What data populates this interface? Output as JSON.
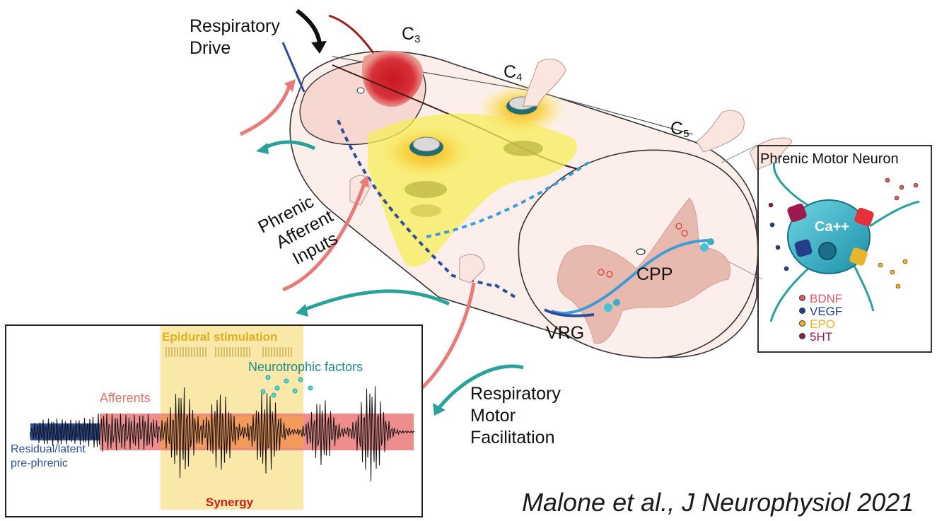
{
  "labels": {
    "respiratory_drive": [
      "Respiratory",
      "Drive"
    ],
    "phrenic_afferent": [
      "Phrenic",
      "Afferent",
      "Inputs"
    ],
    "respiratory_motor": [
      "Respiratory",
      "Motor",
      "Facilitation"
    ],
    "seg_c3_letter": "C",
    "seg_c3_num": "3",
    "seg_c4_letter": "C",
    "seg_c4_num": "4",
    "seg_c5_letter": "C",
    "seg_c5_num": "5",
    "cpp": "CPP",
    "vrg": "VRG"
  },
  "inset": {
    "title": "Phrenic Motor Neuron",
    "calcium": "Ca++",
    "legend": [
      {
        "label": "BDNF",
        "color": "#e05a66"
      },
      {
        "label": "VEGF",
        "color": "#233f8c"
      },
      {
        "label": "EPO",
        "color": "#f0b323"
      },
      {
        "label": "5HT",
        "color": "#8a1d4a"
      }
    ]
  },
  "emg_panel": {
    "epidural": "Epidural stimulation",
    "neurotrophic": "Neurotrophic factors",
    "afferents": "Afferents",
    "residual": [
      "Residual/latent",
      "pre-phrenic"
    ],
    "synergy": "Synergy"
  },
  "citation": "Malone et al., J Neurophysiol 2021",
  "colors": {
    "pink": "#ea7a78",
    "teal": "#2aa29a",
    "blue_bar": "#2e4d9c",
    "yellow": "#f7dc7a",
    "cord_fill": "#fbe9e4",
    "grey_matter": "#e8b9ae",
    "red_lesion": "#c8161f"
  }
}
